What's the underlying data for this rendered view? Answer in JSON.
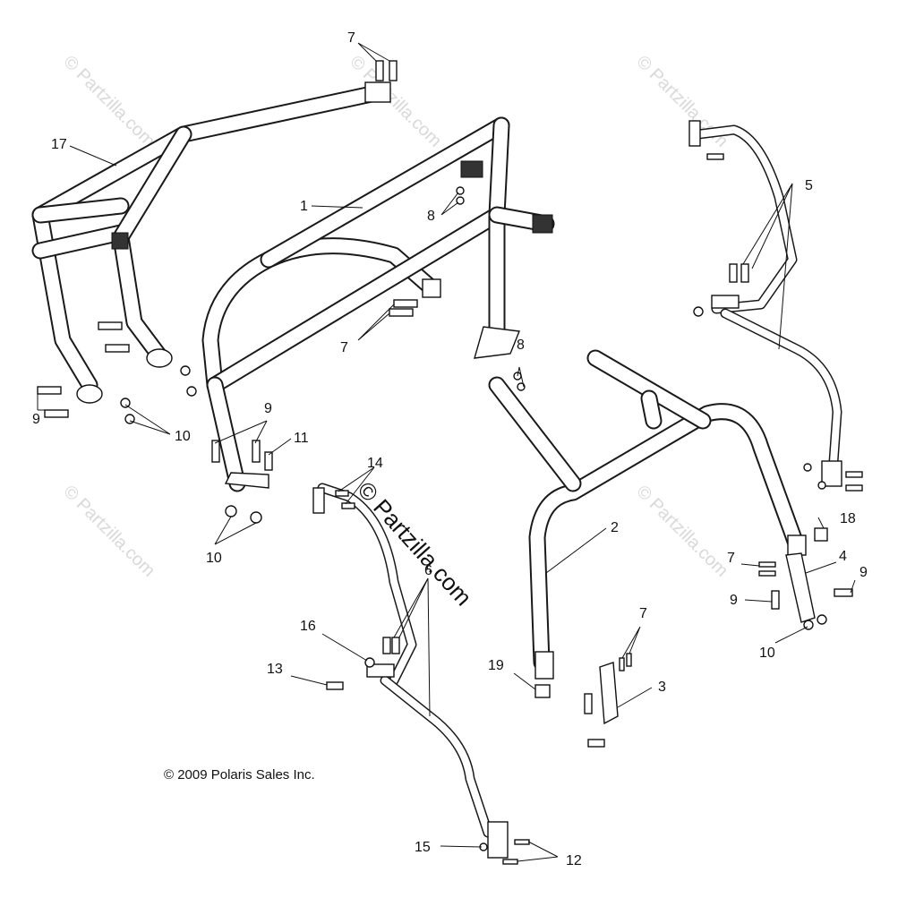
{
  "diagram": {
    "copyright": "© 2009 Polaris Sales Inc.",
    "watermark_main": "© Partzilla.com",
    "watermark_faint": "© Partzilla.com",
    "callouts": {
      "c1": "1",
      "c2": "2",
      "c3": "3",
      "c4": "4",
      "c5": "5",
      "c6": "6",
      "c7a": "7",
      "c7b": "7",
      "c7c": "7",
      "c7d": "7",
      "c8a": "8",
      "c8b": "8",
      "c9a": "9",
      "c9b": "9",
      "c9c": "9",
      "c9d": "9",
      "c10a": "10",
      "c10b": "10",
      "c10c": "10",
      "c11": "11",
      "c12": "12",
      "c13": "13",
      "c14": "14",
      "c15": "15",
      "c16": "16",
      "c17": "17",
      "c18": "18",
      "c19": "19"
    }
  }
}
